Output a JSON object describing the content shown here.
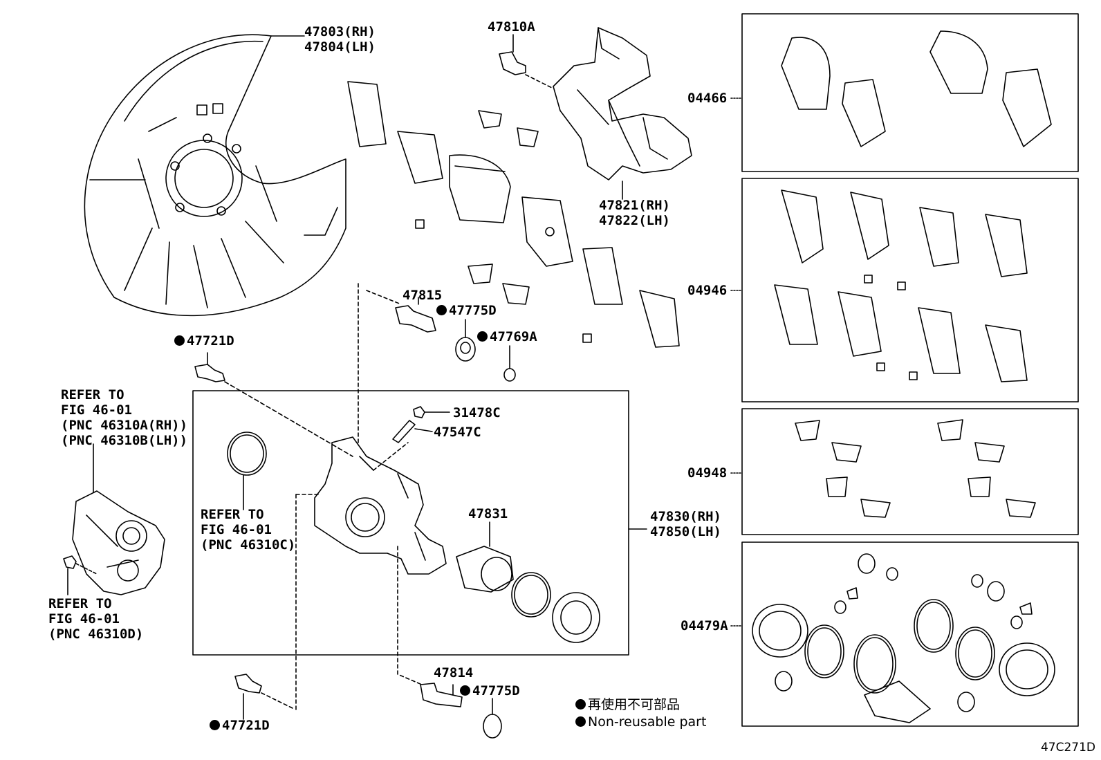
{
  "diagram_code": "47C271D",
  "parts": {
    "shield": [
      "47803(RH)",
      "47804(LH)"
    ],
    "bolt_top": "47810A",
    "mounting": [
      "47821(RH)",
      "47822(LH)"
    ],
    "pin_upper": "47815",
    "boot_upper": "47775D",
    "bush": "47769A",
    "bolt_mid": "47721D",
    "cap": "31478C",
    "bleeder": "47547C",
    "piston": "47831",
    "cylinder": [
      "47830(RH)",
      "47850(LH)"
    ],
    "pin_lower": "47814",
    "boot_lower": "47775D",
    "bolt_bottom": "47721D"
  },
  "refers": {
    "motor": [
      "REFER TO",
      "FIG 46-01",
      "(PNC 46310A(RH))",
      "(PNC 46310B(LH))"
    ],
    "ring": [
      "REFER TO",
      "FIG 46-01",
      "(PNC 46310C)"
    ],
    "screw": [
      "REFER TO",
      "FIG 46-01",
      "(PNC 46310D)"
    ]
  },
  "kits": [
    "04466",
    "04946",
    "04948",
    "04479A"
  ],
  "legend": [
    "再使用不可部品",
    "Non-reusable part"
  ]
}
